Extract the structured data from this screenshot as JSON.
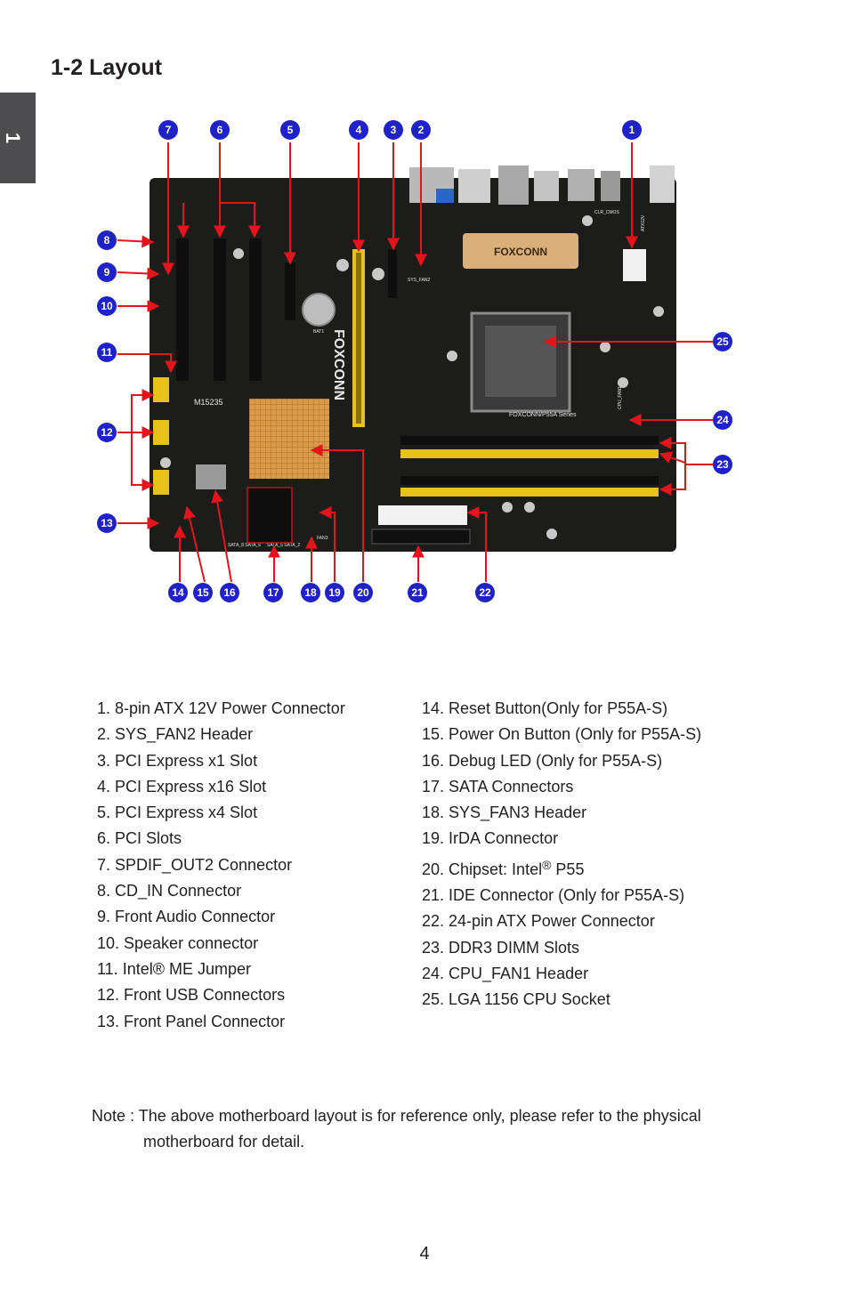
{
  "side_tab": "1",
  "title": "1-2 Layout",
  "callouts": [
    "1",
    "2",
    "3",
    "4",
    "5",
    "6",
    "7",
    "8",
    "9",
    "10",
    "11",
    "12",
    "13",
    "14",
    "15",
    "16",
    "17",
    "18",
    "19",
    "20",
    "21",
    "22",
    "23",
    "24",
    "25"
  ],
  "board_labels": {
    "brand_heatsink": "FOXCONN",
    "brand_vertical": "FOXCONN",
    "series": "FOXCONN/P55A Series",
    "chip": "M15235",
    "sys_fan2": "SYS_FAN2",
    "fan3": "FAN3",
    "sata_a": "SATA_8 SATA_6",
    "sata_b": "SATA_5 SATA_2",
    "cpu_fan": "CPU_FAN1",
    "atx": "ATX12V",
    "clr": "CLR_CMOS",
    "bat": "BAT1"
  },
  "legend_left": [
    "1. 8-pin ATX 12V Power Connector",
    "2. SYS_FAN2 Header",
    "3. PCI Express x1 Slot",
    "4. PCI Express x16 Slot",
    "5. PCI Express x4 Slot",
    "6. PCI Slots",
    "7. SPDIF_OUT2 Connector",
    "8. CD_IN Connector",
    "9. Front Audio Connector",
    "10. Speaker connector",
    "11. Intel® ME Jumper",
    "12. Front USB Connectors",
    "13. Front Panel Connector"
  ],
  "legend_right": [
    "14. Reset Button(Only for P55A-S)",
    "15. Power On Button (Only for P55A-S)",
    "16. Debug LED (Only for P55A-S)",
    "17. SATA Connectors",
    "18. SYS_FAN3 Header",
    "19. IrDA Connector"
  ],
  "legend_item20": {
    "prefix": "20. Chipset: Intel",
    "mark": "®",
    "suffix": " P55"
  },
  "legend_right_rest": [
    "21. IDE Connector (Only for P55A-S)",
    "22. 24-pin ATX Power Connector",
    "23. DDR3 DIMM Slots",
    "24. CPU_FAN1 Header",
    "25. LGA 1156 CPU Socket"
  ],
  "note_line1": "Note : The above motherboard layout is for reference only, please refer to the physical",
  "note_line2": "motherboard for detail.",
  "page_number": "4",
  "colors": {
    "callout_fill": "#1e22c8",
    "arrow": "#e3141b",
    "board": "#1c1c1a",
    "slot_yellow": "#e8c21c",
    "heatsink": "#d99a4a",
    "tab": "#4d4d4f"
  }
}
